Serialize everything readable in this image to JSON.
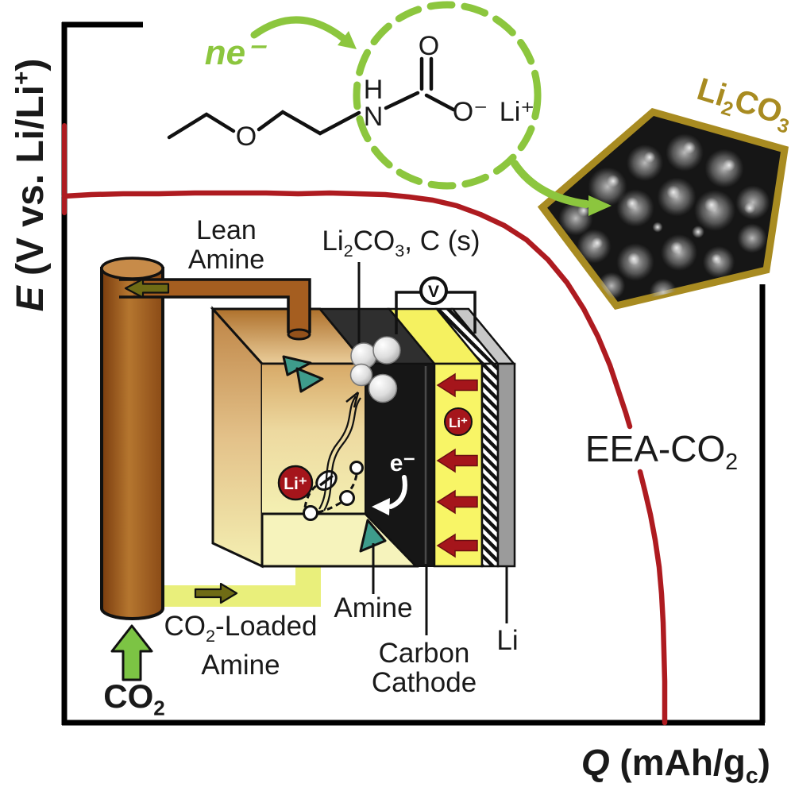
{
  "colors": {
    "green": "#8CC63E",
    "curve_red": "#AE1B20",
    "gold": "#A88B21",
    "teal": "#3E9C8B",
    "dark_red": "#A5151B",
    "olive": "#6F6B15",
    "brown": "#A55E20",
    "yellow": "#F8F566",
    "pale_yellow_pipe": "#E9EF7B"
  },
  "axis": {
    "y_main": "E",
    "y_rest": " (V vs. Li/Li",
    "y_sup": "+",
    "y_close": ")",
    "x_main": "Q",
    "x_rest": " (mAh/g",
    "x_sub": "c",
    "x_close": ")"
  },
  "curve": {
    "label_pre": "EEA-CO",
    "label_sub": "2",
    "axis_drop": "81,158 81,268",
    "seg1": "81,247 115,245 155,244 200,244 245,243 290,243 335,243 375,244 415,243 450,244 485,245 515,248 545,252 575,259 605,270 635,284 663,302 690,327 714,356 735,389 753,424 768,460 780,496 788,520 793,537",
    "seg2": "806,594 812,618 819,648 825,680 830,714 833,748 835,784 836,820 837,858 837,910"
  },
  "chart_data": {
    "type": "line",
    "xlabel": "Q (mAh/g_c)",
    "ylabel": "E (V vs. Li/Li+)",
    "legend": [
      "EEA-CO2"
    ],
    "description": "Galvanostatic discharge profile: flat voltage plateau over most of capacity, then steep drop to the capacity limit; no numeric tick labels shown"
  },
  "reaction": {
    "electrons": "ne⁻",
    "atoms": {
      "o_ether": "O",
      "h": "H",
      "n": "N",
      "o_carbonyl": "O",
      "o_minus": "O⁻",
      "li": "Li⁺"
    }
  },
  "sem": {
    "p1": "Li",
    "s1": "2",
    "p2": "CO",
    "s2": "3"
  },
  "cell": {
    "lean_line1": "Lean",
    "lean_line2": "Amine",
    "products": {
      "p1": "Li",
      "s1": "2",
      "p2": "CO",
      "s2": "3",
      "p3": ", C (s)"
    },
    "voltmeter": "V",
    "electron": "e⁻",
    "li_ion": "Li⁺",
    "amine": "Amine",
    "cathode_line1": "Carbon",
    "cathode_line2": "Cathode",
    "anode": "Li",
    "loaded_p1": "CO",
    "loaded_s1": "2",
    "loaded_p2": "-Loaded",
    "loaded_line2": "Amine",
    "feed_p1": "CO",
    "feed_s1": "2"
  }
}
